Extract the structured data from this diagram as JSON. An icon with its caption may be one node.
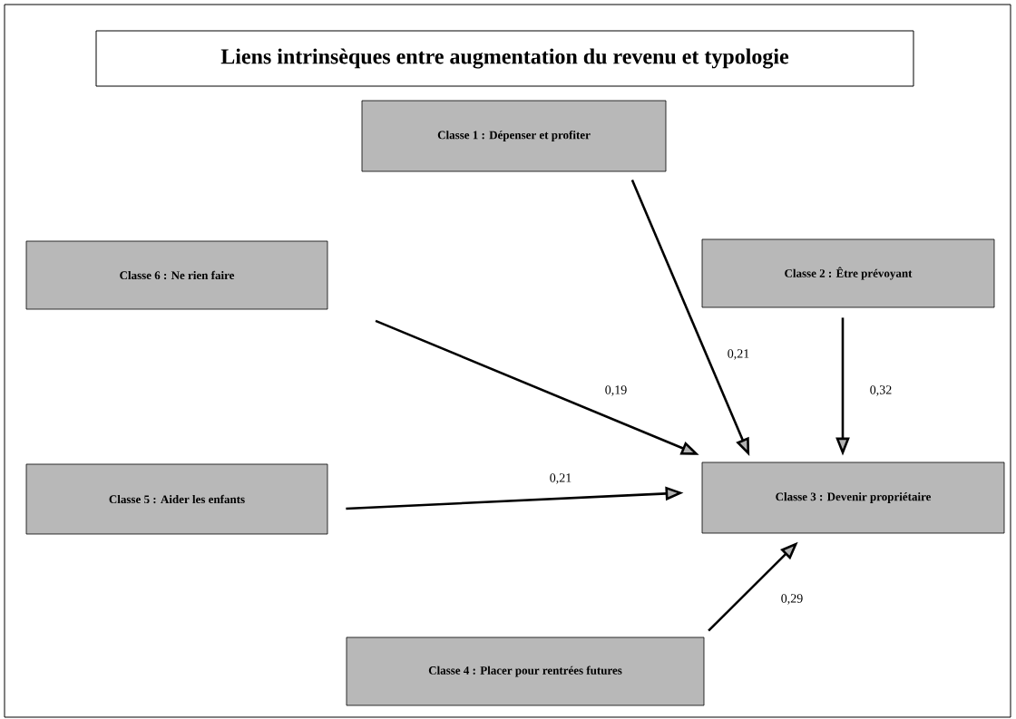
{
  "diagram": {
    "title": "Liens intrinsèques entre augmentation du revenu et typologie",
    "nodes": [
      {
        "text": [
          "Classe 1  : Dépenser et profiter"
        ]
      },
      {
        "text": [
          "Classe 6  : Ne rien faire"
        ]
      },
      {
        "text": [
          "Classe 2  : Être prévoyant"
        ]
      },
      {
        "text": [
          "Classe 5  : Aider les enfants"
        ]
      },
      {
        "text": [
          "Classe 3  : Devenir propriétaire"
        ]
      },
      {
        "text": [
          "Classe 4  : Placer pour rentrées futures"
        ]
      }
    ],
    "edges": [
      {
        "from": 0,
        "to": 4,
        "arrow": "to",
        "label": "0,21"
      },
      {
        "from": 1,
        "to": 4,
        "arrow": "to",
        "label": "0,19"
      },
      {
        "from": 2,
        "to": 4,
        "arrow": "to",
        "label": "0,32"
      },
      {
        "from": 3,
        "to": 4,
        "arrow": "to",
        "label": "0,21"
      },
      {
        "from": 5,
        "to": 4,
        "arrow": "to",
        "label": "0,29"
      }
    ]
  }
}
